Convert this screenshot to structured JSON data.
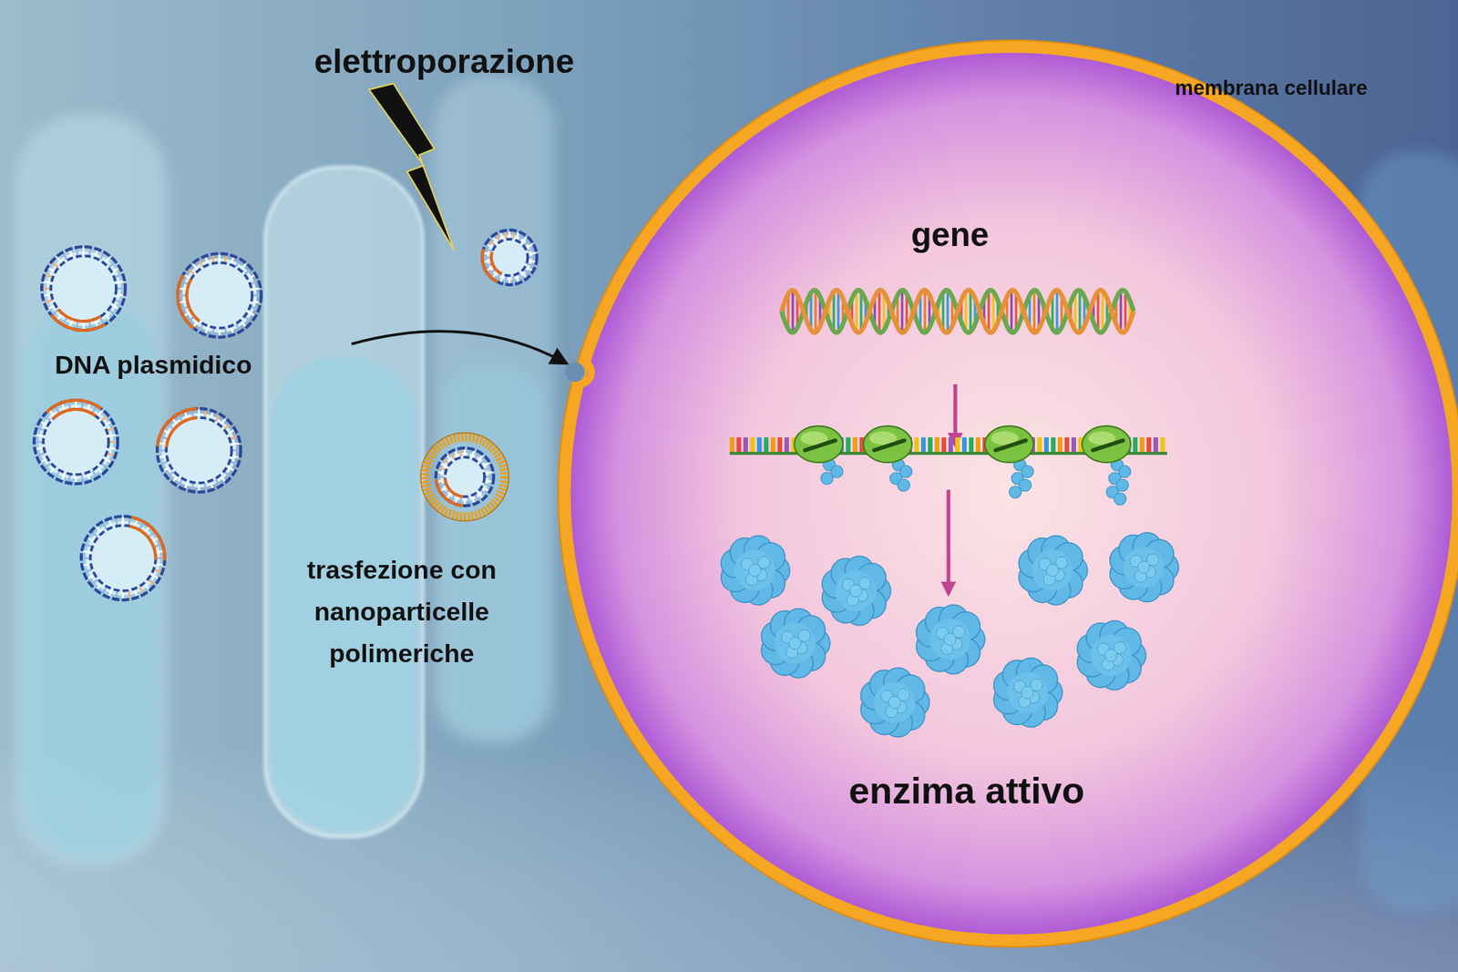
{
  "diagram": {
    "nodes": [
      {
        "text": [
          "gene",
          "enzima attivo"
        ]
      }
    ],
    "labels": [
      "elettroporazione",
      "DNA plasmidico",
      "trasfezione con nanoparticelle polimeriche",
      "membrana cellulare"
    ]
  }
}
